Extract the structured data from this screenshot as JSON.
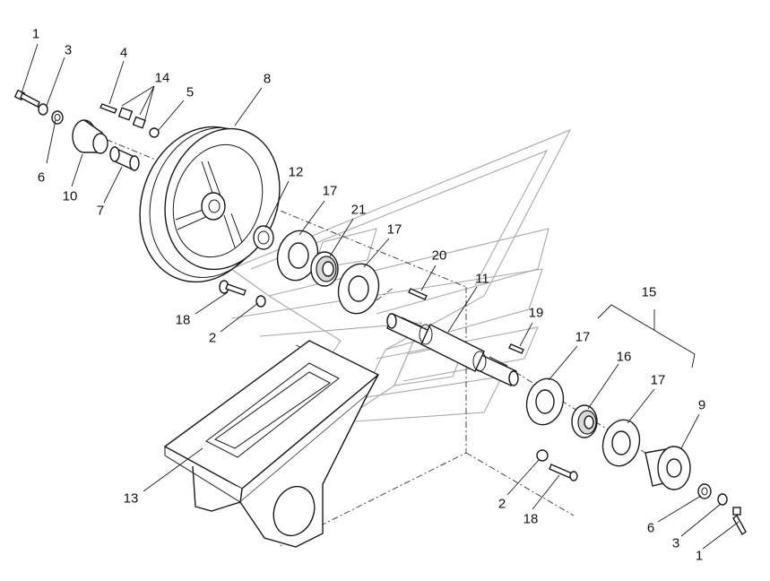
{
  "diagram": {
    "callouts": [
      {
        "id": "c1a",
        "text": "1"
      },
      {
        "id": "c3a",
        "text": "3"
      },
      {
        "id": "c4",
        "text": "4"
      },
      {
        "id": "c14",
        "text": "14"
      },
      {
        "id": "c5",
        "text": "5"
      },
      {
        "id": "c8",
        "text": "8"
      },
      {
        "id": "c6a",
        "text": "6"
      },
      {
        "id": "c10",
        "text": "10"
      },
      {
        "id": "c7",
        "text": "7"
      },
      {
        "id": "c12",
        "text": "12"
      },
      {
        "id": "c17a",
        "text": "17"
      },
      {
        "id": "c21",
        "text": "21"
      },
      {
        "id": "c17b",
        "text": "17"
      },
      {
        "id": "c20",
        "text": "20"
      },
      {
        "id": "c11",
        "text": "11"
      },
      {
        "id": "c18a",
        "text": "18"
      },
      {
        "id": "c2a",
        "text": "2"
      },
      {
        "id": "c15",
        "text": "15"
      },
      {
        "id": "c19",
        "text": "19"
      },
      {
        "id": "c17c",
        "text": "17"
      },
      {
        "id": "c16",
        "text": "16"
      },
      {
        "id": "c17d",
        "text": "17"
      },
      {
        "id": "c9",
        "text": "9"
      },
      {
        "id": "c13",
        "text": "13"
      },
      {
        "id": "c2b",
        "text": "2"
      },
      {
        "id": "c18b",
        "text": "18"
      },
      {
        "id": "c6b",
        "text": "6"
      },
      {
        "id": "c3b",
        "text": "3"
      },
      {
        "id": "c1b",
        "text": "1"
      }
    ]
  }
}
